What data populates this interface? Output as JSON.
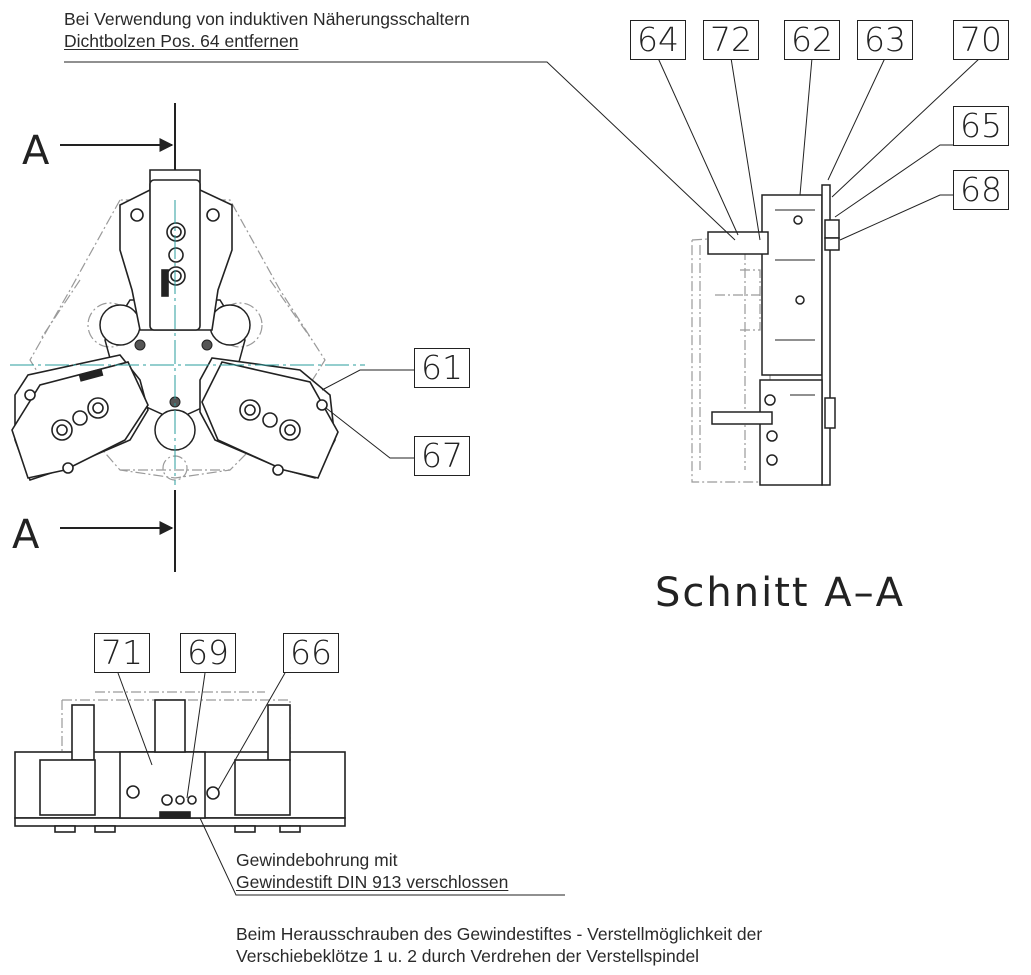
{
  "notes": {
    "top_line1": "Bei Verwendung von induktiven Näherungsschaltern",
    "top_line2": "Dichtbolzen Pos. 64 entfernen",
    "thread_line1": "Gewindebohrung mit",
    "thread_line2": "Gewindestift DIN 913 verschlossen",
    "bottom_line1": "Beim Herausschrauben des Gewindestiftes - Verstellmöglichkeit der",
    "bottom_line2": "Verschiebeklötze 1 u. 2 durch Verdrehen der Verstellspindel"
  },
  "section": {
    "marker_top": "A",
    "marker_bottom": "A",
    "title": "Schnitt A–A"
  },
  "part_labels": {
    "p64": "64",
    "p72": "72",
    "p62": "62",
    "p63": "63",
    "p70": "70",
    "p65": "65",
    "p68": "68",
    "p61": "61",
    "p67": "67",
    "p71": "71",
    "p69": "69",
    "p66": "66"
  },
  "colors": {
    "line": "#222222",
    "hidden": "#9a9a9a",
    "centerline": "#2a9d9d"
  }
}
